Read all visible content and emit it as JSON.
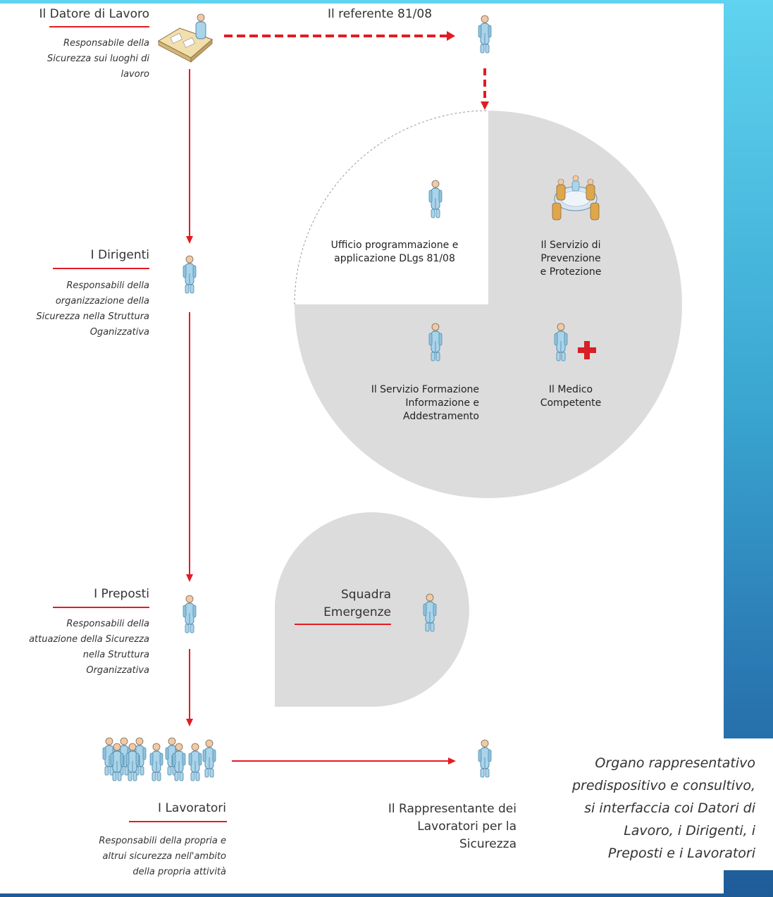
{
  "datore": {
    "title": "Il Datore di Lavoro",
    "desc": [
      "Responsabile della",
      "Sicurezza sui luoghi di",
      "lavoro"
    ]
  },
  "referente": {
    "title": "Il referente 81/08"
  },
  "dirigenti": {
    "title": "I Dirigenti",
    "desc": [
      "Responsabili della",
      "organizzazione della",
      "Sicurezza nella Struttura",
      "Oganizzativa"
    ]
  },
  "preposti": {
    "title": "I Preposti",
    "desc": [
      "Responsabili della",
      "attuazione della Sicurezza",
      "nella Struttura",
      "Organizzativa"
    ]
  },
  "lavoratori": {
    "title": "I Lavoratori",
    "desc": [
      "Responsabili della propria e",
      "altrui sicurezza nell'ambito",
      "della propria attività"
    ]
  },
  "circle": {
    "ufficio": [
      "Ufficio programmazione e",
      "applicazione DLgs 81/08"
    ],
    "servizio_prevenzione": [
      "Il Servizio di",
      "Prevenzione",
      "e Protezione"
    ],
    "formazione": [
      "Il Servizio Formazione",
      "Informazione e",
      "Addestramento"
    ],
    "medico": [
      "Il Medico",
      "Competente"
    ]
  },
  "squadra": {
    "title": [
      "Squadra",
      "Emergenze"
    ]
  },
  "rls": {
    "title": [
      "Il Rappresentante dei",
      "Lavoratori per la",
      "Sicurezza"
    ]
  },
  "note": [
    "Organo rappresentativo",
    "predispositivo e consultivo,",
    "si interfaccia coi Datori di",
    "Lavoro, i Dirigenti, i",
    "Preposti e i Lavoratori"
  ],
  "colors": {
    "accent_red": "#e31b23",
    "circle_grey": "#dcdcdc",
    "person_blue": "#a9d4ea"
  },
  "icons": [
    "person-icon",
    "desk-worker-icon",
    "meeting-table-icon",
    "red-cross-icon",
    "group-people-icon"
  ]
}
